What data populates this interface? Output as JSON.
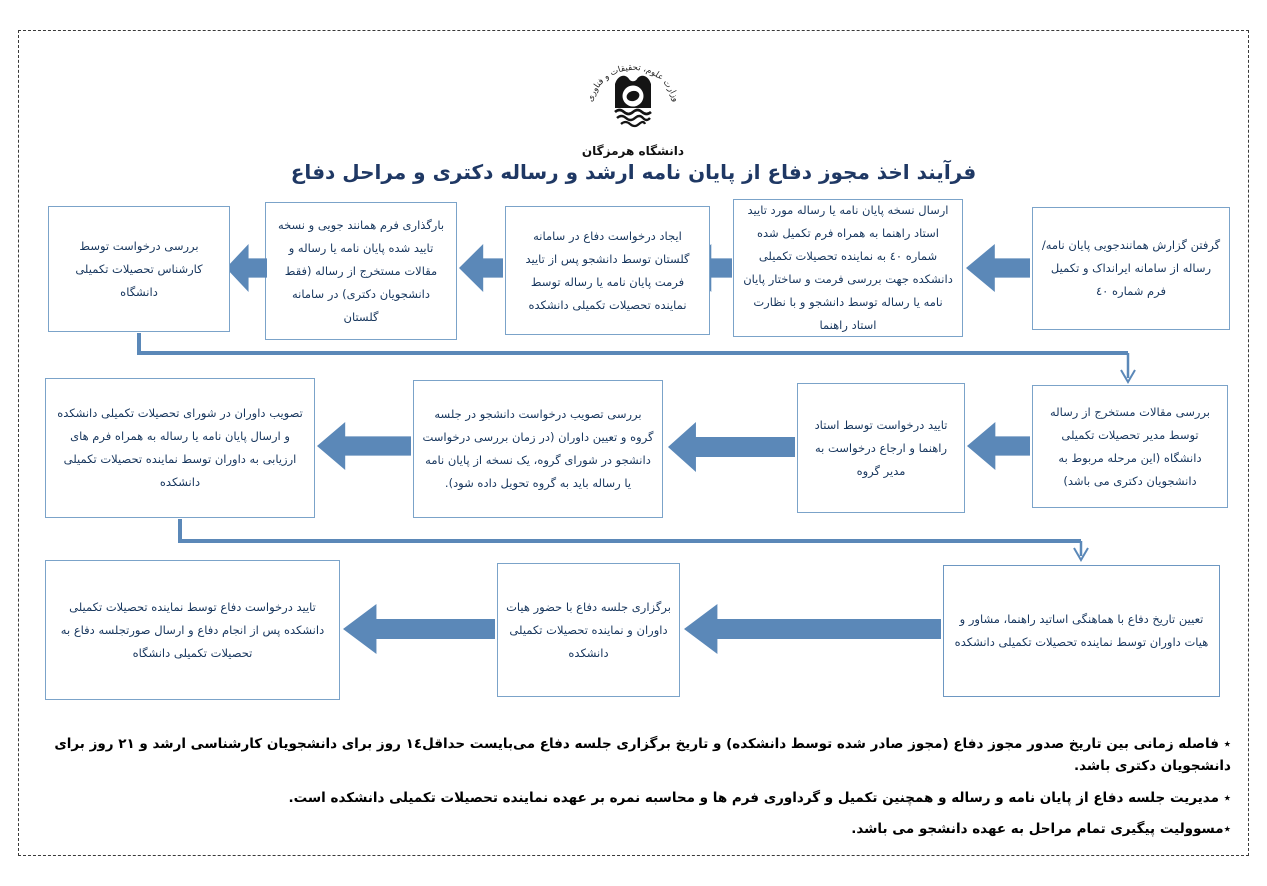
{
  "colors": {
    "accent_arrow": "#5b88b8",
    "box_border": "#7ba3c9",
    "box_text": "#17365d",
    "title_text": "#1f3864"
  },
  "header": {
    "ministry_arc_text": "وزارت علوم، تحقیقات و فناوری",
    "university_name": "دانشگاه هرمزگان",
    "title": "فرآیند اخذ مجوز دفاع از پایان نامه ارشد و رساله دکتری و مراحل دفاع"
  },
  "flow": {
    "row1": [
      "گرفتن گزارش همانندجویی  پایان نامه/ رساله از سامانه ایرانداک و تکمیل فرم شماره ٤٠",
      "ارسال نسخه پایان نامه یا رساله مورد تایید استاد راهنما به همراه فرم تکمیل شده شماره ٤٠ به نماینده تحصیلات تکمیلی دانشکده جهت بررسی فرمت و ساختار پایان نامه یا رساله توسط دانشجو و با نظارت استاد راهنما",
      "ایجاد درخواست دفاع در سامانه گلستان توسط دانشجو پس از تایید فرمت پایان نامه یا رساله توسط نماینده تحصیلات تکمیلی دانشکده",
      "بارگذاری فرم همانند جویی و نسخه تایید شده پایان نامه یا رساله و مقالات مستخرج از رساله (فقط دانشجویان دکتری) در سامانه گلستان",
      "بررسی درخواست توسط کارشناس تحصیلات تکمیلی دانشگاه"
    ],
    "row2": [
      "بررسی مقالات مستخرج از رساله توسط مدیر تحصیلات تکمیلی دانشگاه (این مرحله مربوط به دانشجویان دکتری می باشد)",
      "تایید درخواست توسط استاد راهنما و ارجاع درخواست به مدیر گروه",
      "بررسی تصویب درخواست دانشجو در جلسه گروه و تعیین داوران (در زمان بررسی درخواست دانشجو در شورای گروه، یک نسخه از پایان نامه یا رساله باید به گروه تحویل داده شود).",
      "تصویب داوران در شورای تحصیلات تکمیلی دانشکده و ارسال پایان نامه یا رساله به همراه فرم های ارزیابی به داوران توسط نماینده تحصیلات تکمیلی دانشکده"
    ],
    "row3": [
      "تعیین تاریخ دفاع با هماهنگی اساتید راهنما، مشاور و هیات داوران توسط نماینده تحصیلات تکمیلی دانشکده",
      "برگزاری جلسه دفاع با حضور هیات داوران و نماینده تحصیلات تکمیلی دانشکده",
      "تایید درخواست دفاع توسط نماینده تحصیلات تکمیلی دانشکده پس از انجام دفاع و ارسال صورتجلسه دفاع به تحصیلات تکمیلی دانشگاه"
    ]
  },
  "notes": [
    "٭ فاصله زمانی بین تاریخ صدور مجوز دفاع (مجوز صادر شده توسط دانشکده) و تاریخ برگزاری جلسه دفاع می‌بایست حداقل١٤ روز برای دانشجویان کارشناسی ارشد و ٢١ روز برای دانشجویان دکتری باشد.",
    "٭ مدیریت جلسه دفاع از پایان نامه و رساله و همچنین تکمیل و گرداوری فرم ها و محاسبه نمره بر عهده نماینده تحصیلات تکمیلی دانشکده است.",
    "٭مسوولیت پیگیری تمام مراحل به عهده دانشجو می باشد."
  ]
}
